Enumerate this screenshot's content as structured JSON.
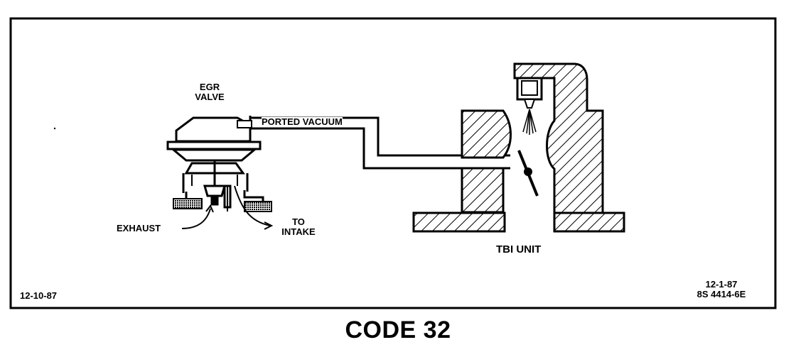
{
  "labels": {
    "egr_valve_line1": "EGR",
    "egr_valve_line2": "VALVE",
    "ported_vacuum": "PORTED VACUUM",
    "exhaust": "EXHAUST",
    "to_intake_line1": "TO",
    "to_intake_line2": "INTAKE",
    "tbi_unit": "TBI UNIT"
  },
  "footer": {
    "date_left": "12-10-87",
    "date_right": "12-1-87",
    "ref_right": "8S 4414-6E"
  },
  "title": "CODE 32",
  "colors": {
    "ink": "#000000",
    "paper": "#ffffff"
  }
}
